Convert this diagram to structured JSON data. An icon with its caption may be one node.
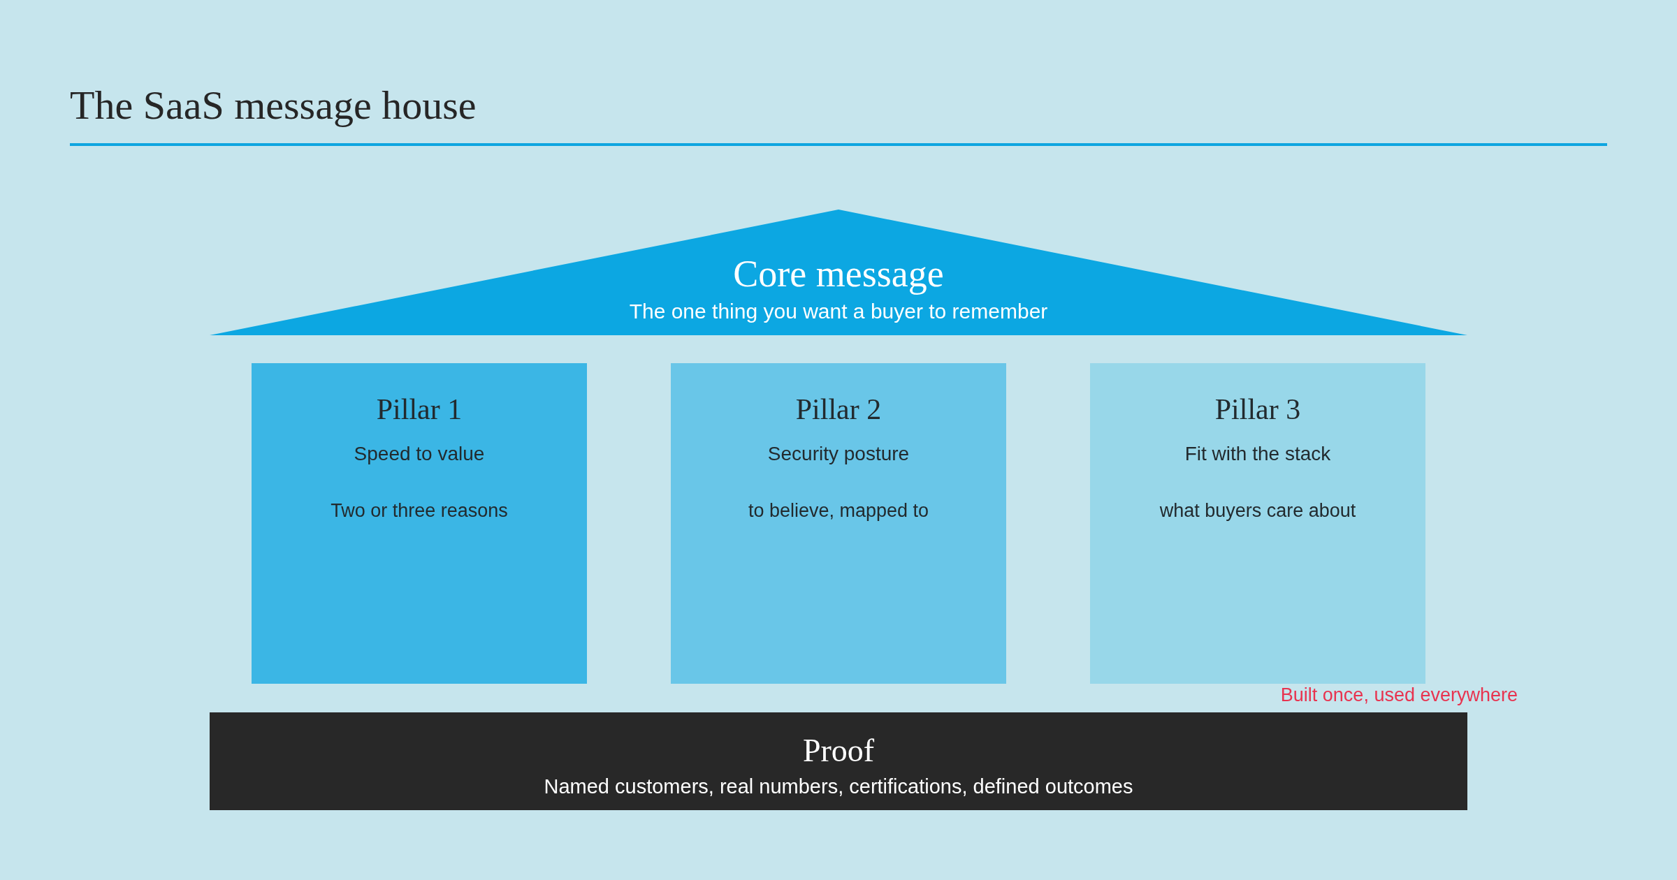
{
  "diagram": {
    "title": "The SaaS message house",
    "nodes": [
      {
        "text": [
          "Core message",
          "The one thing you want a buyer to remember"
        ]
      },
      {
        "text": [
          "Pillar 1",
          "Speed to value",
          "Two or three reasons"
        ]
      },
      {
        "text": [
          "Pillar 2",
          "Security posture",
          "to believe, mapped to"
        ]
      },
      {
        "text": [
          "Pillar 3",
          "Fit with the stack",
          "what buyers care about"
        ]
      },
      {
        "text": [
          "Proof",
          "Named customers, real numbers, certifications, defined outcomes"
        ]
      }
    ],
    "labels": [
      "Built once, used everywhere"
    ]
  }
}
